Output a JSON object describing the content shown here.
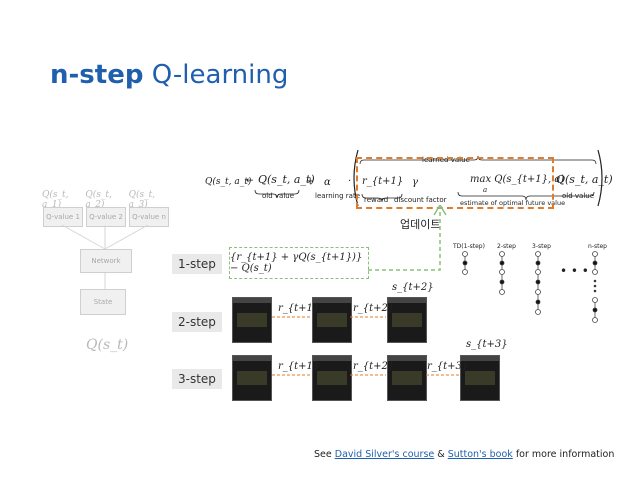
{
  "title": {
    "highlight": "n-step",
    "rest": "Q-learning"
  },
  "network": {
    "q_labels": [
      "Q(s_t, a_1)",
      "Q(s_t, a_2)",
      "Q(s_t, a_3)"
    ],
    "value_boxes": [
      "Q-value 1",
      "Q-value 2",
      "Q-value n"
    ],
    "network_label": "Network",
    "state_label": "State",
    "state_q": "Q(s_t)"
  },
  "equation": {
    "lhs": "Q(s_t, a_t)",
    "old_value": "Q(s_t, a_t)",
    "old_value_caption": "old value",
    "learning_rate": "α",
    "learning_rate_caption": "learning rate",
    "reward": "r_{t+1}",
    "reward_caption": "reward",
    "discount": "γ",
    "discount_caption": "discount factor",
    "max_term": "max Q(s_{t+1}, a)",
    "max_sub": "a",
    "estimate_caption": "estimate of optimal future value",
    "learned_value_caption": "learned value",
    "old_value2": "Q(s_t, a_t)",
    "old_value2_caption": "old value"
  },
  "update_label": "업데이트",
  "steps": {
    "one": {
      "label": "1-step",
      "formula": "{r_{t+1} + γQ(s_{t+1})} − Q(s_t)"
    },
    "two": {
      "label": "2-step",
      "r1": "r_{t+1}",
      "r2": "r_{t+2}",
      "s_label": "s_{t+2}"
    },
    "three": {
      "label": "3-step",
      "r1": "r_{t+1}",
      "r2": "r_{t+2}",
      "r3": "r_{t+3}",
      "s_label": "s_{t+3}"
    }
  },
  "backup_diagram": {
    "headers": [
      "TD(1-step)",
      "2-step",
      "3-step",
      "n-step"
    ],
    "dots": "• • •"
  },
  "footer": {
    "prefix": "See",
    "link1": "David Silver's course",
    "amp": "&",
    "link2": "Sutton's book",
    "suffix": "for more information"
  },
  "colors": {
    "accent": "#1f5fae",
    "orange_dash": "#e07b2a",
    "green_dash": "#8cc07a"
  }
}
